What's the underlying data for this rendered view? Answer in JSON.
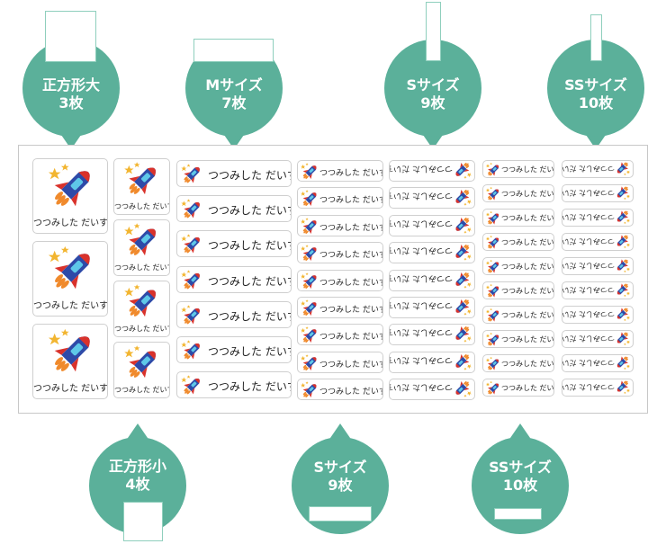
{
  "callouts": {
    "square_large": {
      "line1": "正方形大",
      "line2": "3枚"
    },
    "m_size": {
      "line1": "Mサイズ",
      "line2": "7枚"
    },
    "s_size_top": {
      "line1": "Sサイズ",
      "line2": "9枚"
    },
    "ss_size_top": {
      "line1": "SSサイズ",
      "line2": "10枚"
    },
    "square_small": {
      "line1": "正方形小",
      "line2": "4枚"
    },
    "s_size_bottom": {
      "line1": "Sサイズ",
      "line2": "9枚"
    },
    "ss_size_bottom": {
      "line1": "SSサイズ",
      "line2": "10枚"
    }
  },
  "label_text": "つつみした だいすけ",
  "counts": {
    "square_large": 3,
    "square_small": 4,
    "m_size": 7,
    "s_size_col1": 9,
    "s_size_col2": 9,
    "ss_size_col1": 10,
    "ss_size_col2": 10
  },
  "icon": "rocket-icon",
  "colors": {
    "accent": "#5bb09a",
    "rocket_body": "#2e4aa8",
    "rocket_fin": "#d9322b",
    "flame": "#f08a2c",
    "star": "#f2b530"
  }
}
